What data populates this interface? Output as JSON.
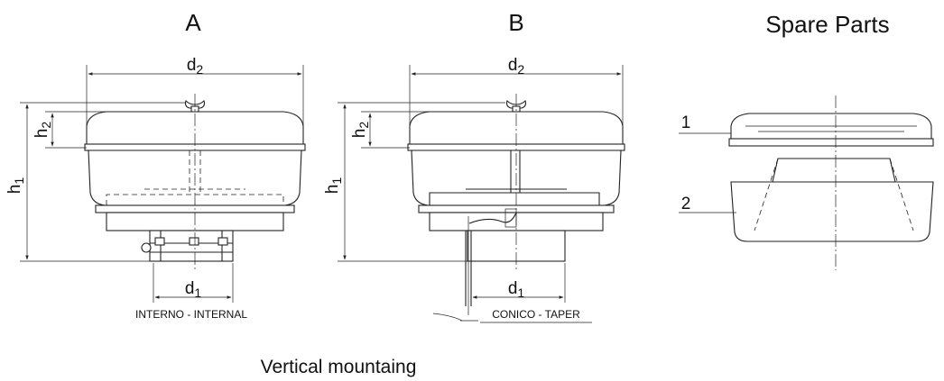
{
  "titles": {
    "a": "A",
    "b": "B",
    "spare": "Spare Parts"
  },
  "dimensions": {
    "d1": "d1",
    "d2": "d2",
    "h1": "h1",
    "h2": "h2"
  },
  "notes": {
    "internal": "INTERNO - INTERNAL",
    "taper": "CONICO - TAPER"
  },
  "parts": {
    "one": "1",
    "two": "2"
  },
  "caption": "Vertical mountaing",
  "colors": {
    "line": "#222222",
    "text": "#111111",
    "background": "#ffffff"
  }
}
